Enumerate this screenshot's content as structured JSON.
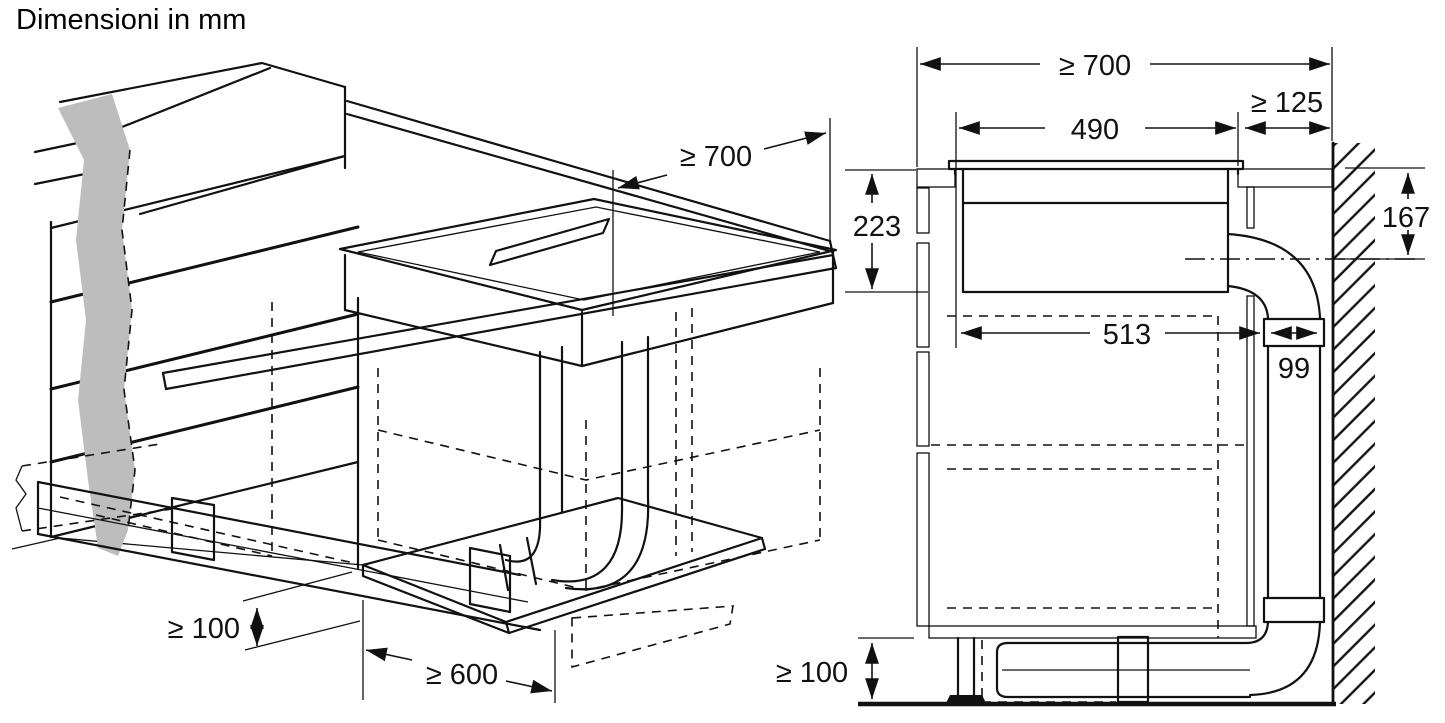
{
  "title": "Dimensioni in mm",
  "colors": {
    "line": "#111111",
    "break_fill": "#bdbdbd",
    "plate_fill": "#cccccc",
    "background": "#ffffff"
  },
  "left_view": {
    "description": "isometric-installation-view",
    "dims": {
      "worktop_depth": "≥ 700",
      "floor_duct_height": "≥ 100",
      "cabinet_width": "≥ 600"
    }
  },
  "right_view": {
    "description": "side-section-view",
    "dims": {
      "min_depth": "≥ 700",
      "wall_clearance": "≥ 125",
      "cutout_width": "490",
      "appliance_height": "223",
      "outlet_drop": "167",
      "inner_depth": "513",
      "duct_width": "99",
      "plinth_height": "≥ 100"
    }
  }
}
